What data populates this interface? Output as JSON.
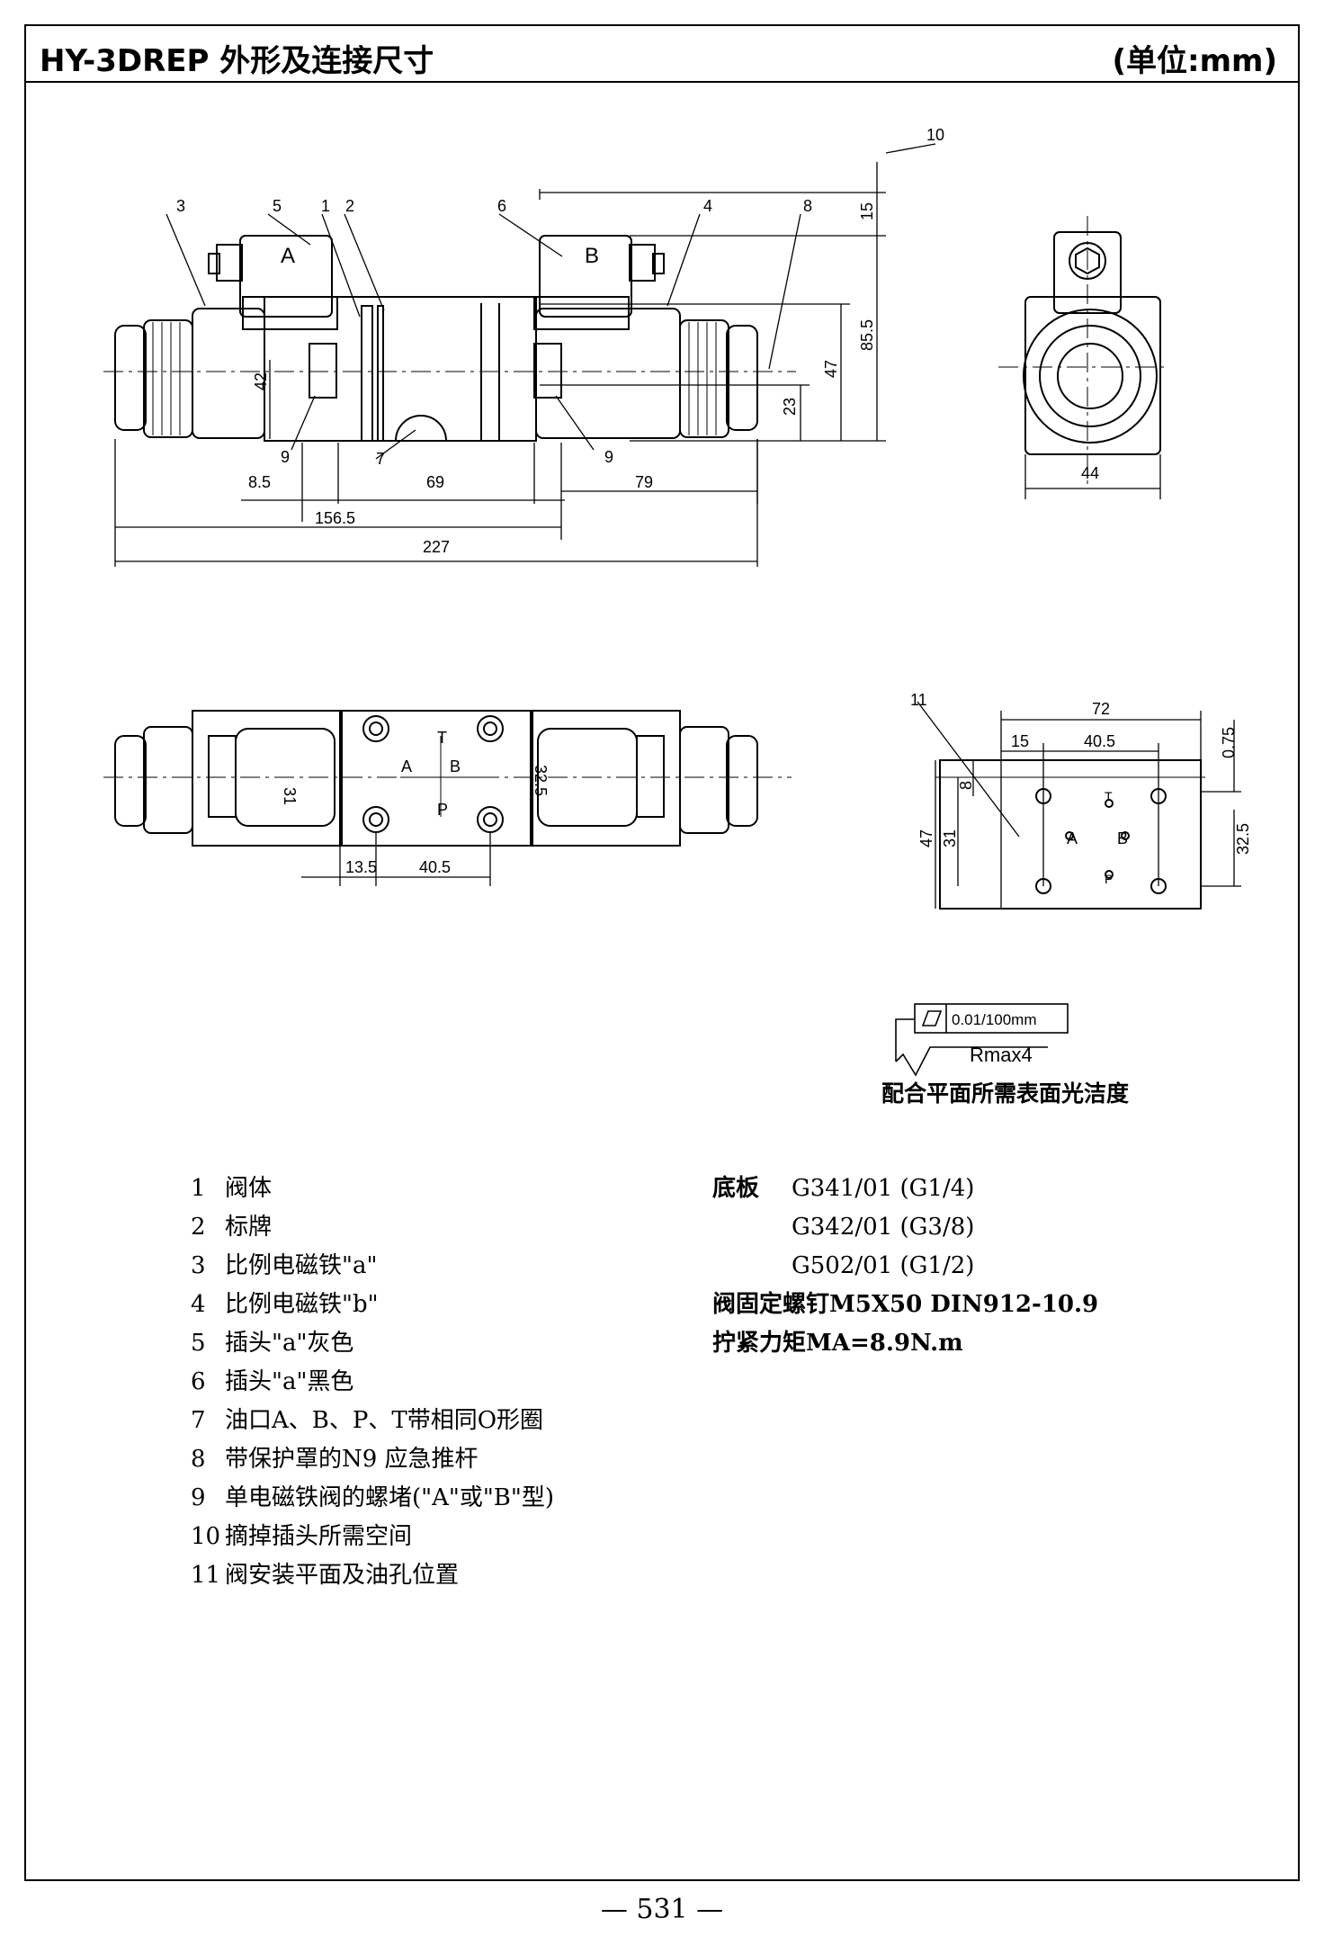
{
  "header": {
    "title": "HY-3DREP 外形及连接尺寸",
    "unit": "(单位:mm)"
  },
  "side_view": {
    "callouts": [
      "3",
      "5",
      "1",
      "2",
      "6",
      "4",
      "8",
      "10",
      "9",
      "7",
      "9"
    ],
    "connector_letters": [
      "A",
      "B"
    ],
    "dims": [
      "15",
      "85.5",
      "47",
      "23",
      "42",
      "8.5",
      "69",
      "79",
      "156.5",
      "227"
    ]
  },
  "end_view": {
    "dims": [
      "44"
    ]
  },
  "top_view": {
    "ports": [
      "T",
      "A",
      "B",
      "P"
    ],
    "dims": [
      "31",
      "32.5",
      "13.5",
      "40.5"
    ]
  },
  "mounting_face": {
    "callout": "11",
    "ports": [
      "T",
      "A",
      "B",
      "P"
    ],
    "dims": [
      "72",
      "15",
      "40.5",
      "0.75",
      "8",
      "47",
      "31",
      "32.5"
    ]
  },
  "surface": {
    "flatness": "0.01/100mm",
    "roughness": "Rmax4",
    "caption": "配合平面所需表面光洁度"
  },
  "legend": [
    {
      "n": "1",
      "text": "阀体"
    },
    {
      "n": "2",
      "text": "标牌"
    },
    {
      "n": "3",
      "text": "比例电磁铁\"a\""
    },
    {
      "n": "4",
      "text": "比例电磁铁\"b\""
    },
    {
      "n": "5",
      "text": "插头\"a\"灰色"
    },
    {
      "n": "6",
      "text": "插头\"a\"黑色"
    },
    {
      "n": "7",
      "text": "油口A、B、P、T带相同O形圈"
    },
    {
      "n": "8",
      "text": "带保护罩的N9 应急推杆"
    },
    {
      "n": "9",
      "text": "单电磁铁阀的螺堵(\"A\"或\"B\"型)"
    },
    {
      "n": "10",
      "text": "摘掉插头所需空间"
    },
    {
      "n": "11",
      "text": "阀安装平面及油孔位置"
    }
  ],
  "specs": {
    "base_label": "底板",
    "base": [
      "G341/01 (G1/4)",
      "G342/01 (G3/8)",
      "G502/01 (G1/2)"
    ],
    "screw": "阀固定螺钉M5X50  DIN912-10.9",
    "torque": "拧紧力矩MA=8.9N.m"
  },
  "page_number": "— 531 —"
}
